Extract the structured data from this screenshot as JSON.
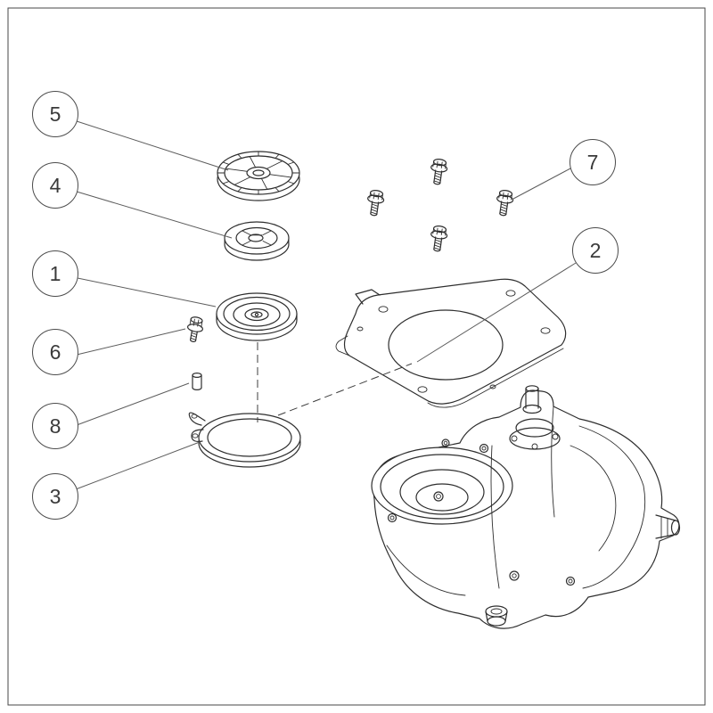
{
  "diagram": {
    "kind": "exploded-parts-diagram",
    "background_color": "#ffffff",
    "line_color": "#2e2e2e",
    "callout_stroke_color": "#4b4b4b",
    "callouts": {
      "c1": {
        "label": "1"
      },
      "c2": {
        "label": "2"
      },
      "c3": {
        "label": "3"
      },
      "c4": {
        "label": "4"
      },
      "c5": {
        "label": "5"
      },
      "c6": {
        "label": "6"
      },
      "c7": {
        "label": "7"
      },
      "c8": {
        "label": "8"
      }
    }
  }
}
